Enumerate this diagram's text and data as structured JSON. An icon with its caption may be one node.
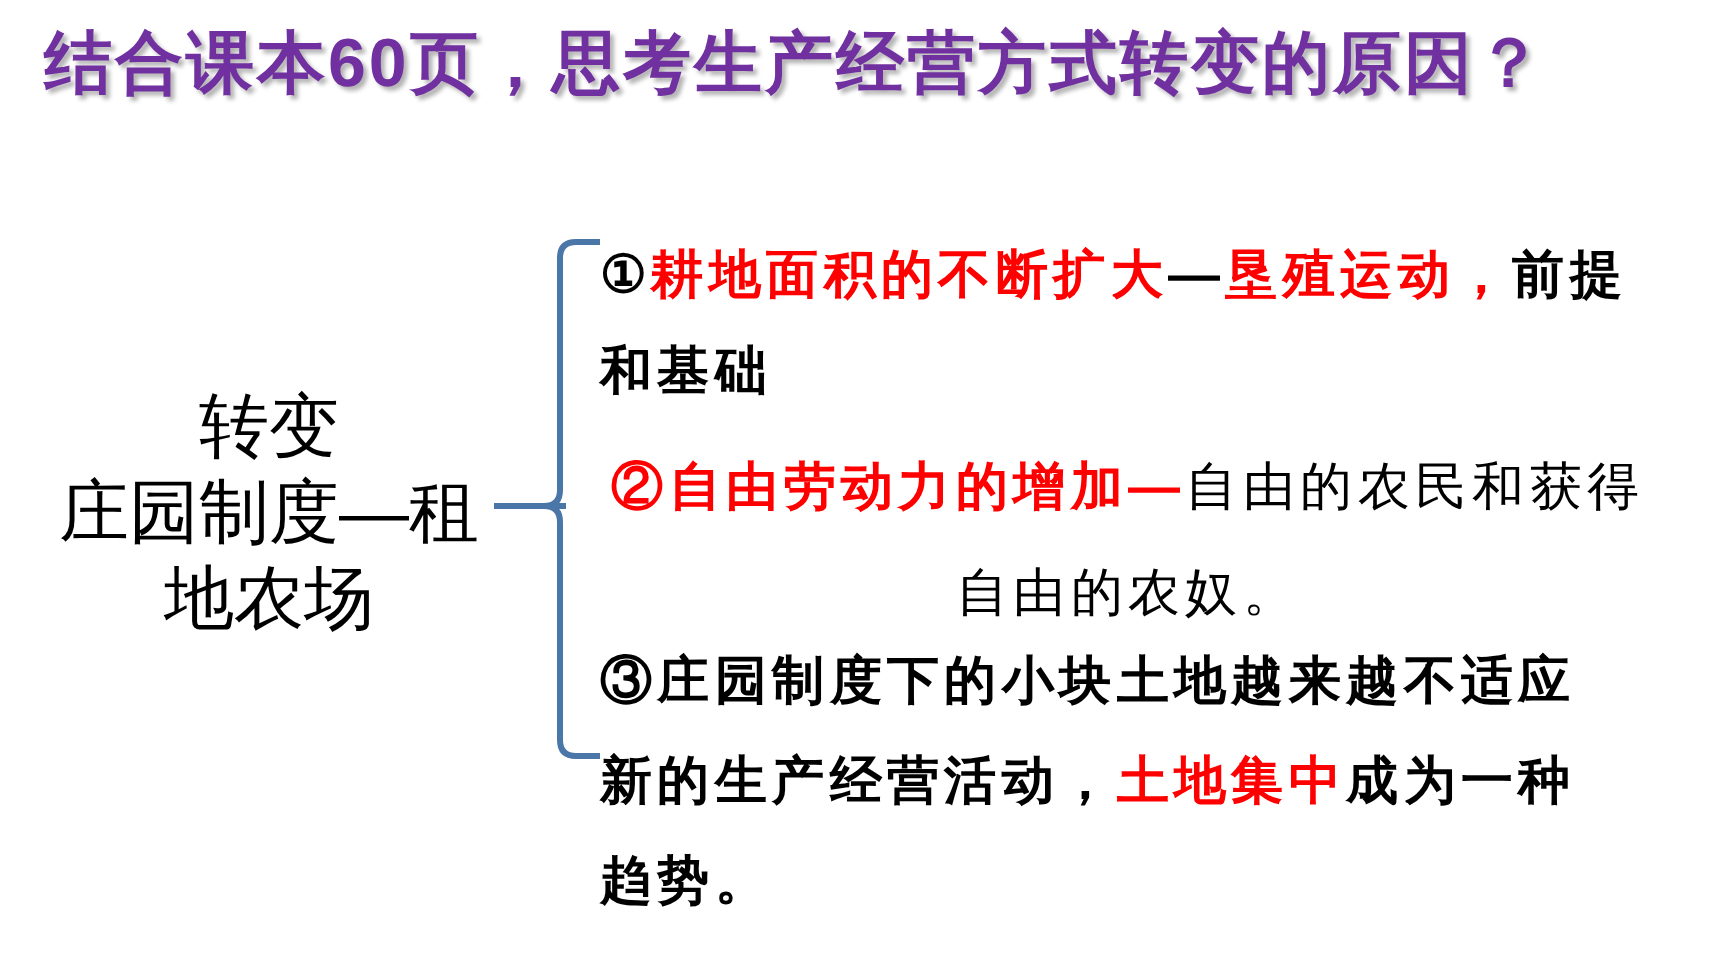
{
  "diagram": {
    "title": "结合课本60页，思考生产经营方式转变的原因？",
    "nodes": [
      {
        "text": [
          "转变",
          "庄园制度—租地农场"
        ]
      },
      {
        "text": [
          "①**耕地面积的不断扩大**—**垦殖运动，**前提和基础"
        ]
      },
      {
        "text": [
          "**②自由劳动力的增加—**自由的农民和获得自由的农奴。"
        ]
      },
      {
        "text": [
          "③庄园制度下的小块土地越来越不适应新的生产经营活动，**土地集中**成为一种趋势。"
        ]
      }
    ],
    "edges": [
      {
        "from": 0,
        "to": 1,
        "arrow": "none"
      },
      {
        "from": 0,
        "to": 2,
        "arrow": "none"
      },
      {
        "from": 0,
        "to": 3,
        "arrow": "none"
      }
    ]
  }
}
